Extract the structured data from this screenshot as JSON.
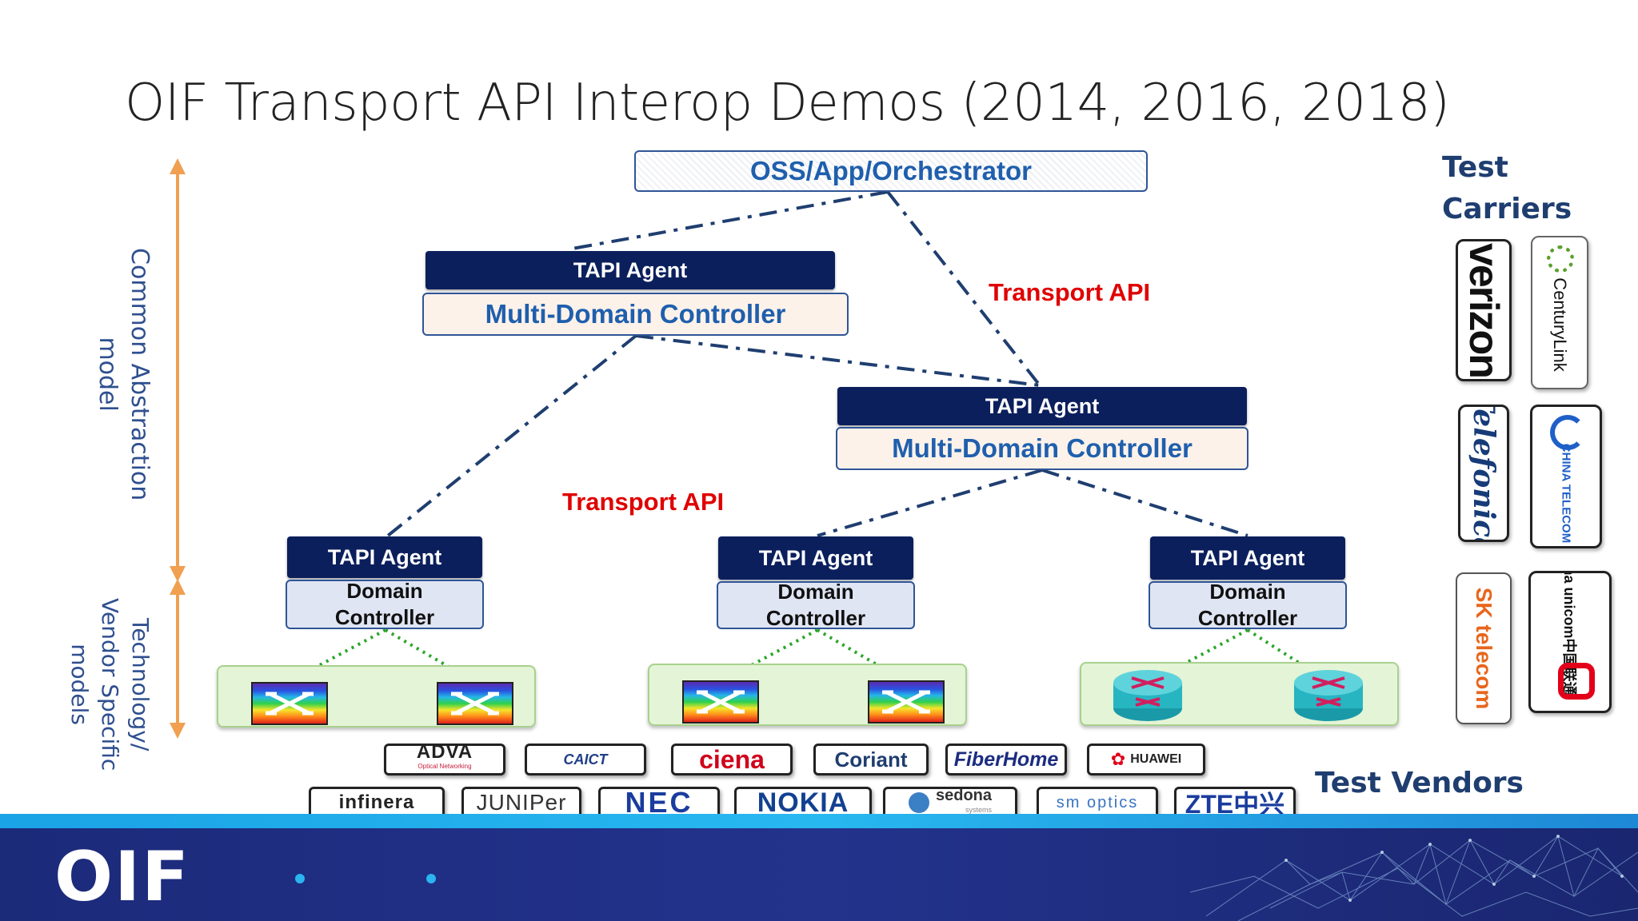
{
  "title": "OIF Transport API Interop Demos (2014, 2016, 2018)",
  "diagram": {
    "orchestrator": "OSS/App/Orchestrator",
    "tapi_agent_label": "TAPI Agent",
    "multi_domain_controller_label": "Multi-Domain Controller",
    "domain_controller_line1": "Domain",
    "domain_controller_line2": "Controller",
    "transport_api_label": "Transport API",
    "side_labels": {
      "common_line1": "Common Abstraction",
      "common_line2": "model",
      "tech_line1": "Technology/",
      "tech_line2": "Vendor Specific",
      "tech_line3": "models"
    }
  },
  "carriers": {
    "heading_line1": "Test",
    "heading_line2": "Carriers",
    "items": [
      "verizon",
      "CenturyLink",
      "Telefonica",
      "CHINA TELECOM",
      "SK telecom",
      "China unicom中国联通"
    ]
  },
  "vendors": {
    "heading": "Test Vendors",
    "row1": [
      "ADVA",
      "Optical Networking",
      "CAICT",
      "ciena",
      "Coriant",
      "FiberHome",
      "HUAWEI"
    ],
    "row2": [
      "infinera",
      "JUNIPer",
      "NEC",
      "NOKIA",
      "sedona",
      "systems",
      "sm optics",
      "ZTE中兴"
    ]
  },
  "footer": {
    "logo": "OIF"
  },
  "colors": {
    "navy": "#0b1f5c",
    "blue_text": "#1f5fad",
    "red_label": "#e00000",
    "orange_arrow": "#f0a050",
    "green_dots": "#2aa52a",
    "footer_bg": "#23338c",
    "footer_stripe": "#28b8f0"
  }
}
